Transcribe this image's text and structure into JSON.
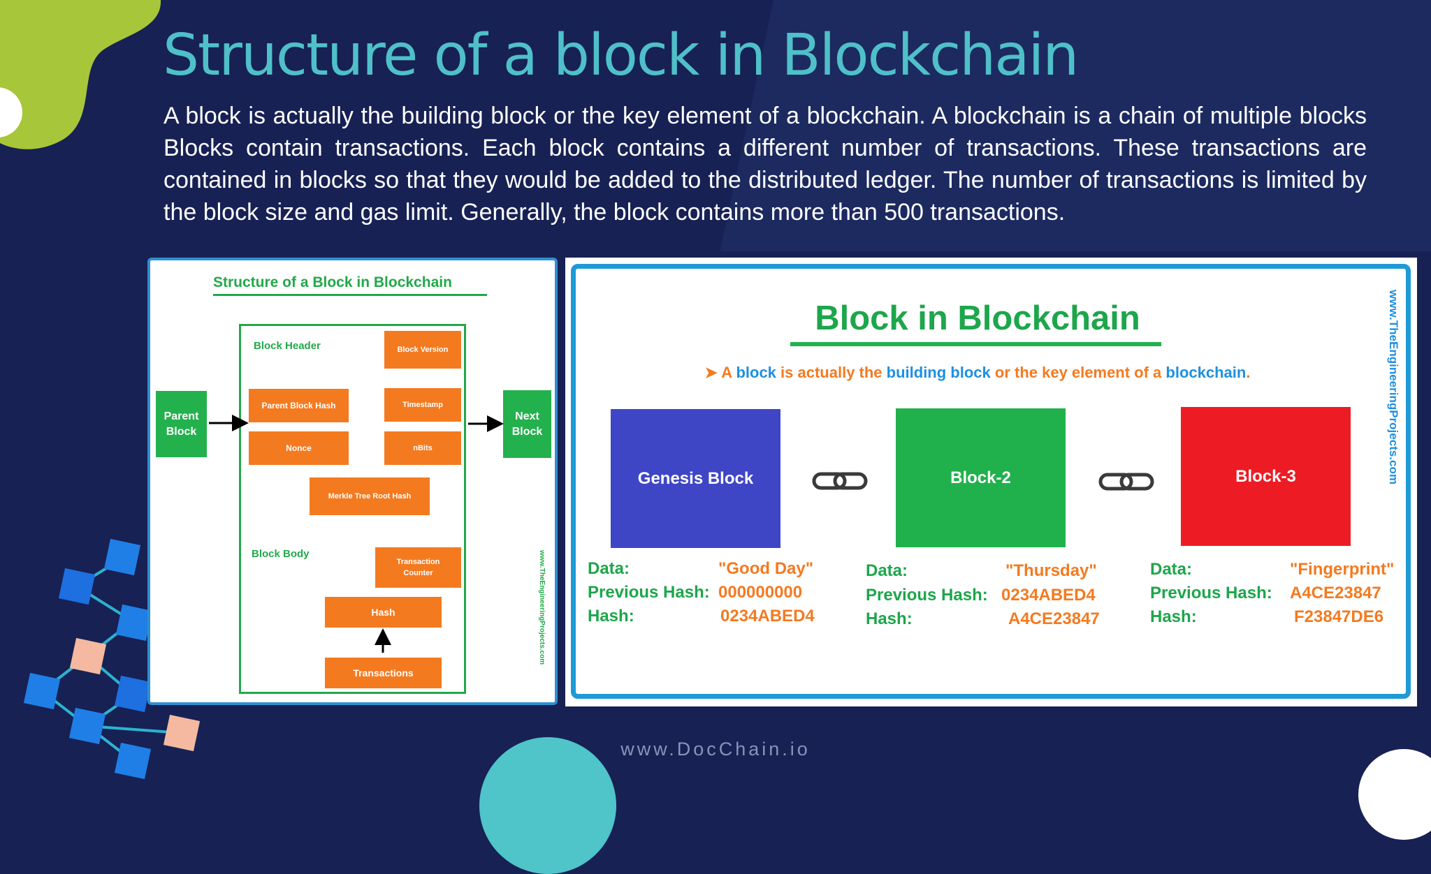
{
  "title": "Structure of a block in Blockchain",
  "intro": "A block is actually the building block or the key element of a blockchain. A blockchain is a chain of multiple blocks Blocks contain transactions. Each block contains a different number of transactions. These transactions are contained in blocks so that they would be added to the distributed ledger. The number of transactions is limited by the block size and gas limit. Generally, the block contains more than 500 transactions.",
  "footer": "www.DocChain.io",
  "colors": {
    "background": "#172154",
    "title": "#4fc0c9",
    "orange": "#f47a20",
    "green": "#23b14d",
    "blue_border": "#1e9ad6"
  },
  "left_diagram": {
    "title": "Structure of a Block in Blockchain",
    "header_label": "Block Header",
    "body_label": "Block Body",
    "parent_block": "Parent Block",
    "next_block": "Next Block",
    "fields": {
      "block_version": "Block Version",
      "parent_block_hash": "Parent Block Hash",
      "timestamp": "Timestamp",
      "nonce": "Nonce",
      "nbits": "nBits",
      "merkle_root": "Merkle Tree Root Hash",
      "transaction_counter": "Transaction Counter",
      "hash": "Hash",
      "transactions": "Transactions"
    },
    "watermark": "www.TheEngineeringProjects.com"
  },
  "right_diagram": {
    "title": "Block in Blockchain",
    "subtitle": {
      "p1": "A ",
      "w1": "block",
      "p2": " is actually the ",
      "w2": "building block",
      "p3": " or the key element of a ",
      "w3": "blockchain",
      "p4": "."
    },
    "watermark": "www.TheEngineeringProjects.com",
    "labels": {
      "data": "Data:",
      "previous_hash": "Previous Hash:",
      "hash": "Hash:"
    },
    "blocks": [
      {
        "name": "Genesis Block",
        "color": "#3f46c6",
        "data": "\"Good Day\"",
        "previous_hash": "000000000",
        "hash": "0234ABED4"
      },
      {
        "name": "Block-2",
        "color": "#21b14c",
        "data": "\"Thursday\"",
        "previous_hash": "0234ABED4",
        "hash": "A4CE23847"
      },
      {
        "name": "Block-3",
        "color": "#ed1c24",
        "data": "\"Fingerprint\"",
        "previous_hash": "A4CE23847",
        "hash": "F23847DE6"
      }
    ]
  }
}
